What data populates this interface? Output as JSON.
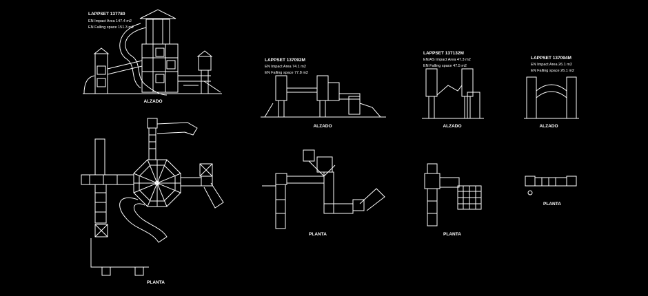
{
  "drawing": {
    "background": "#000000",
    "line_color": "#ffffff",
    "units": [
      {
        "id": "unit-1",
        "code_header": "LAPPSET   137780",
        "info_lines": [
          "EN Impact Area 147.4 m2",
          "EN Falling space 151.3 m2"
        ],
        "elevation_label": "ALZADO",
        "plan_label": "PLANTA"
      },
      {
        "id": "unit-2",
        "code_header": "LAPPSET   137092M",
        "info_lines": [
          "EN Impact Area 74.1 m2",
          "EN Falling space 77.8 m2"
        ],
        "elevation_label": "ALZADO",
        "plan_label": "PLANTA"
      },
      {
        "id": "unit-3",
        "code_header": "LAPPSET   137132M",
        "info_lines": [
          "EN/AS Impact Area 47.3 m2",
          "EN Falling space 47.5 m2"
        ],
        "elevation_label": "ALZADO",
        "plan_label": "PLANTA"
      },
      {
        "id": "unit-4",
        "code_header": "LAPPSET   137094M",
        "info_lines": [
          "EN Impact Area 26.1 m2",
          "EN Falling space 26.1 m2"
        ],
        "elevation_label": "ALZADO",
        "plan_label": "PLANTA"
      }
    ]
  }
}
